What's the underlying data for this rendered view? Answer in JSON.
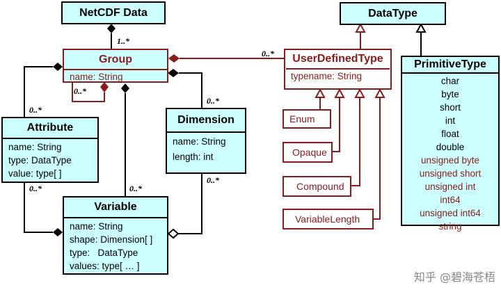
{
  "classes": {
    "netcdf": {
      "title": "NetCDF Data"
    },
    "group": {
      "title": "Group",
      "attrs": [
        "name: String"
      ]
    },
    "attribute": {
      "title": "Attribute",
      "attrs": [
        "name: String",
        "type: DataType",
        "value: type[ ]"
      ]
    },
    "dimension": {
      "title": "Dimension",
      "attrs": [
        "name:  String",
        "length: int"
      ]
    },
    "variable": {
      "title": "Variable",
      "attrs": [
        "name: String",
        "shape: Dimension[ ]",
        "type:   DataType",
        "values: type[ … ]"
      ]
    },
    "datatype": {
      "title": "DataType"
    },
    "userdefined": {
      "title": "UserDefinedType",
      "attrs": [
        "typename: String"
      ]
    },
    "primitive": {
      "title": "PrimitiveType",
      "types_black": [
        "char",
        "byte",
        "short",
        "int",
        "float",
        "double"
      ],
      "types_red": [
        "unsigned byte",
        "unsigned short",
        "unsigned int",
        "int64",
        "unsigned int64",
        "string"
      ]
    },
    "enum": {
      "title": "Enum"
    },
    "opaque": {
      "title": "Opaque"
    },
    "compound": {
      "title": "Compound"
    },
    "varlen": {
      "title": "VariableLength"
    }
  },
  "multiplicities": {
    "netcdf_group": "1..*",
    "group_self": "0..*",
    "group_attribute": "0..*",
    "group_userdefined": "0..*",
    "group_dimension": "0..*",
    "group_variable": "0..*",
    "attribute_variable": "0..*",
    "dimension_variable": "0..*"
  },
  "watermark": "知乎 @碧海苍梧",
  "colors": {
    "box_fill": "#ccffff",
    "red": "#8b1a1a",
    "black": "#000000"
  }
}
